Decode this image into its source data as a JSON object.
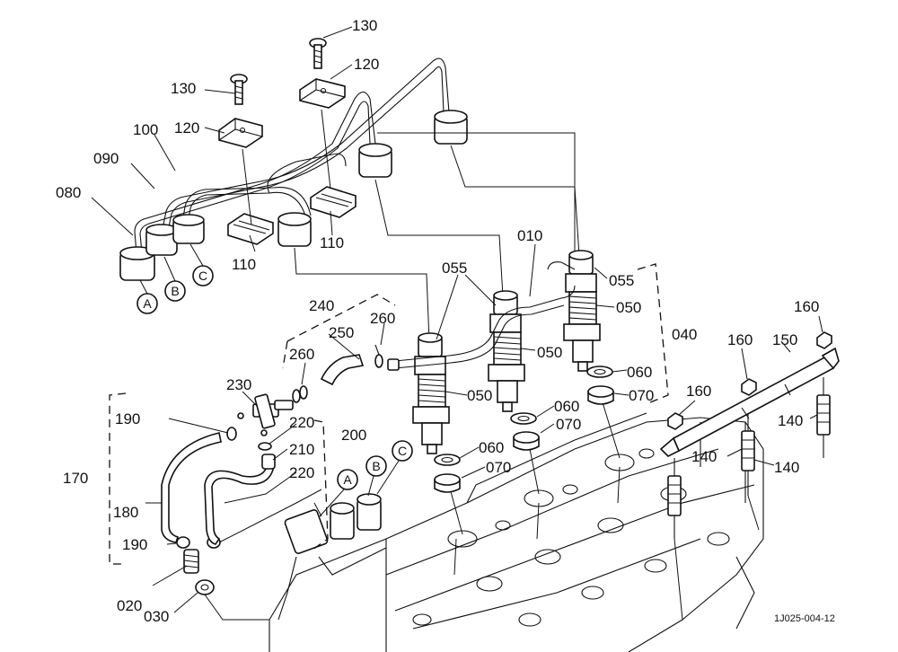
{
  "drawing_code": "1J025-004-12",
  "circled_letters": [
    "A",
    "B",
    "C"
  ],
  "part_labels": [
    {
      "id": "p130a",
      "text": "130"
    },
    {
      "id": "p130b",
      "text": "130"
    },
    {
      "id": "p120a",
      "text": "120"
    },
    {
      "id": "p120b",
      "text": "120"
    },
    {
      "id": "p100",
      "text": "100"
    },
    {
      "id": "p090",
      "text": "090"
    },
    {
      "id": "p080",
      "text": "080"
    },
    {
      "id": "p110a",
      "text": "110"
    },
    {
      "id": "p110b",
      "text": "110"
    },
    {
      "id": "p010",
      "text": "010"
    },
    {
      "id": "p055a",
      "text": "055"
    },
    {
      "id": "p055b",
      "text": "055"
    },
    {
      "id": "p050a",
      "text": "050"
    },
    {
      "id": "p050b",
      "text": "050"
    },
    {
      "id": "p050c",
      "text": "050"
    },
    {
      "id": "p040",
      "text": "040"
    },
    {
      "id": "p060a",
      "text": "060"
    },
    {
      "id": "p060b",
      "text": "060"
    },
    {
      "id": "p060c",
      "text": "060"
    },
    {
      "id": "p070a",
      "text": "070"
    },
    {
      "id": "p070b",
      "text": "070"
    },
    {
      "id": "p070c",
      "text": "070"
    },
    {
      "id": "p240",
      "text": "240"
    },
    {
      "id": "p250",
      "text": "250"
    },
    {
      "id": "p260a",
      "text": "260"
    },
    {
      "id": "p260b",
      "text": "260"
    },
    {
      "id": "p230",
      "text": "230"
    },
    {
      "id": "p190a",
      "text": "190"
    },
    {
      "id": "p190b",
      "text": "190"
    },
    {
      "id": "p220a",
      "text": "220"
    },
    {
      "id": "p220b",
      "text": "220"
    },
    {
      "id": "p200",
      "text": "200"
    },
    {
      "id": "p210",
      "text": "210"
    },
    {
      "id": "p170",
      "text": "170"
    },
    {
      "id": "p180",
      "text": "180"
    },
    {
      "id": "p020",
      "text": "020"
    },
    {
      "id": "p030",
      "text": "030"
    },
    {
      "id": "p160a",
      "text": "160"
    },
    {
      "id": "p160b",
      "text": "160"
    },
    {
      "id": "p160c",
      "text": "160"
    },
    {
      "id": "p150",
      "text": "150"
    },
    {
      "id": "p140a",
      "text": "140"
    },
    {
      "id": "p140b",
      "text": "140"
    },
    {
      "id": "p140c",
      "text": "140"
    }
  ]
}
